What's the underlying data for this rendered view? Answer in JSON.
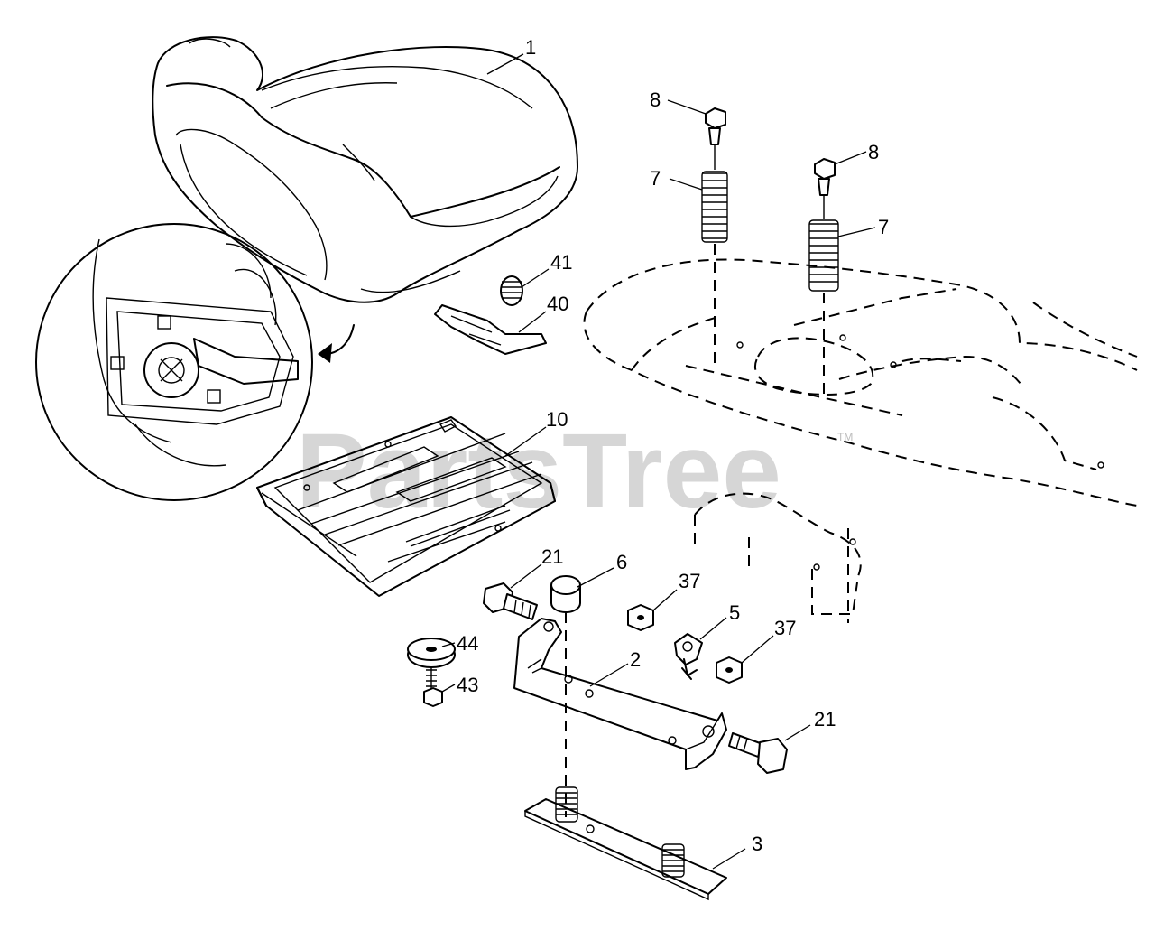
{
  "watermark": "PartsTree",
  "trademark": "TM",
  "callouts": {
    "c1": "1",
    "c2": "2",
    "c3": "3",
    "c5": "5",
    "c6": "6",
    "c7a": "7",
    "c7b": "7",
    "c8a": "8",
    "c8b": "8",
    "c10": "10",
    "c21a": "21",
    "c21b": "21",
    "c37a": "37",
    "c37b": "37",
    "c40": "40",
    "c41": "41",
    "c43": "43",
    "c44": "44"
  }
}
